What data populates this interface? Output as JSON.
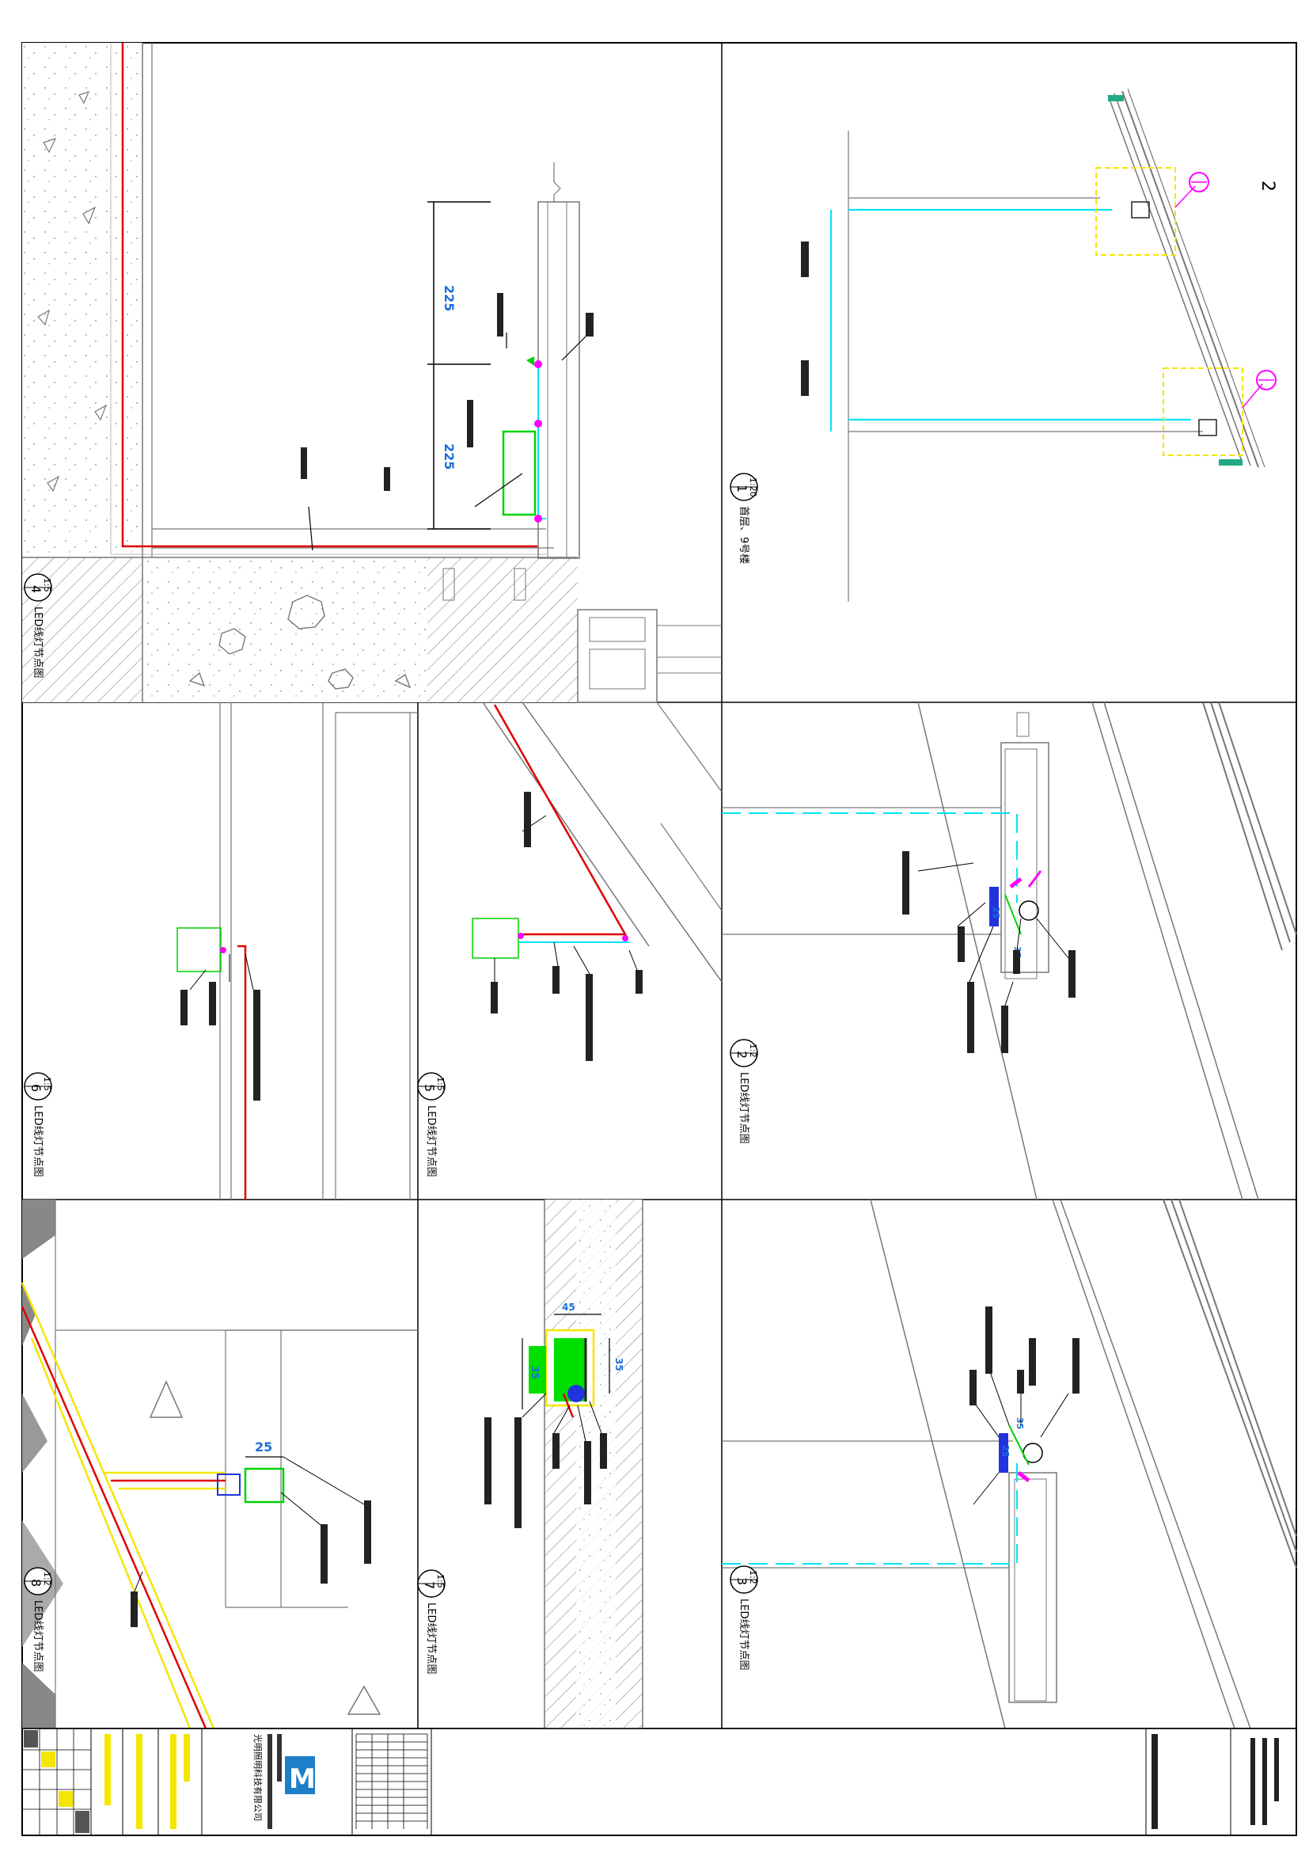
{
  "sheet": {
    "page_number": "2"
  },
  "details": [
    {
      "id": "1",
      "scale": "1:20",
      "title": "首层、9号楼"
    },
    {
      "id": "2",
      "scale": "1:2",
      "title": "LED线灯节点图"
    },
    {
      "id": "3",
      "scale": "1:2",
      "title": "LED线灯节点图"
    },
    {
      "id": "4",
      "scale": "1:5",
      "title": "LED线灯节点图"
    },
    {
      "id": "5",
      "scale": "1:5",
      "title": "LED线灯节点图"
    },
    {
      "id": "6",
      "scale": "1:5",
      "title": "LED线灯节点图"
    },
    {
      "id": "7",
      "scale": "1:5",
      "title": "LED线灯节点图"
    },
    {
      "id": "8",
      "scale": "1:2",
      "title": "LED线灯节点图"
    }
  ],
  "dimensions": {
    "d4_upper": "225",
    "d4_lower": "225",
    "d8_width": "25",
    "d7_a": "45",
    "d7_b": "35",
    "d7_c": "35",
    "d2_a": "25",
    "d2_b": "35",
    "d3_a": "25",
    "d3_b": "35"
  },
  "title_block": {
    "company_cn": "光明照明科技有限公司",
    "logo_letter": "M"
  },
  "colors": {
    "line": "#555555",
    "red": "#e00000",
    "cyan": "#00e5f5",
    "green": "#00d200",
    "yellow": "#f5e600",
    "magenta": "#ff00ff",
    "blue": "#1a6fd8"
  }
}
